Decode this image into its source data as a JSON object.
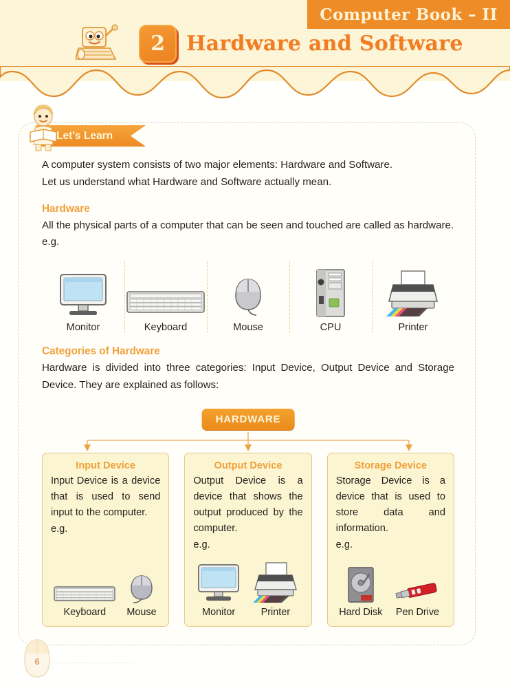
{
  "header": {
    "banner_text": "Computer Book – II",
    "chapter_number": "2",
    "chapter_title": "Hardware and Software",
    "mascot": "computer-mascot"
  },
  "lets_learn": {
    "label": "Let's Learn",
    "mascot": "reading-kid-mascot"
  },
  "intro": {
    "line1": "A computer system consists of two major elements: Hardware and Software.",
    "line2": "Let us understand what Hardware and Software actually mean."
  },
  "hardware_section": {
    "heading": "Hardware",
    "description": "All the physical parts of a computer that can be seen and touched are called as hardware.",
    "eg": "e.g.",
    "devices": [
      {
        "label": "Monitor",
        "icon": "monitor-icon"
      },
      {
        "label": "Keyboard",
        "icon": "keyboard-icon"
      },
      {
        "label": "Mouse",
        "icon": "mouse-icon"
      },
      {
        "label": "CPU",
        "icon": "cpu-icon"
      },
      {
        "label": "Printer",
        "icon": "printer-icon"
      }
    ]
  },
  "categories_section": {
    "heading": "Categories of Hardware",
    "description": "Hardware is divided into three categories: Input Device, Output Device and Storage Device. They are explained as follows:",
    "flow_root_label": "HARDWARE",
    "boxes": [
      {
        "title": "Input Device",
        "description": "Input Device is a device that is used to send input to the computer.",
        "eg": "e.g.",
        "items": [
          {
            "label": "Keyboard",
            "icon": "keyboard-icon"
          },
          {
            "label": "Mouse",
            "icon": "mouse-icon"
          }
        ]
      },
      {
        "title": "Output Device",
        "description": "Output Device is a device that shows the output produced by the computer.",
        "eg": "e.g.",
        "items": [
          {
            "label": "Monitor",
            "icon": "monitor-icon"
          },
          {
            "label": "Printer",
            "icon": "printer-icon"
          }
        ]
      },
      {
        "title": "Storage Device",
        "description": "Storage Device is a device that is used to store data and information.",
        "eg": "e.g.",
        "items": [
          {
            "label": "Hard Disk",
            "icon": "hard-disk-icon"
          },
          {
            "label": "Pen Drive",
            "icon": "pen-drive-icon"
          }
        ]
      }
    ]
  },
  "footer": {
    "page_number": "6"
  },
  "colors": {
    "orange": "#ee8c28",
    "title_orange": "#f07d22",
    "heading_orange": "#f0a13a",
    "cream_band": "#fdf5d8",
    "box_fill": "#fbf5d2",
    "box_border": "#e5c98c",
    "text": "#231f1c"
  }
}
